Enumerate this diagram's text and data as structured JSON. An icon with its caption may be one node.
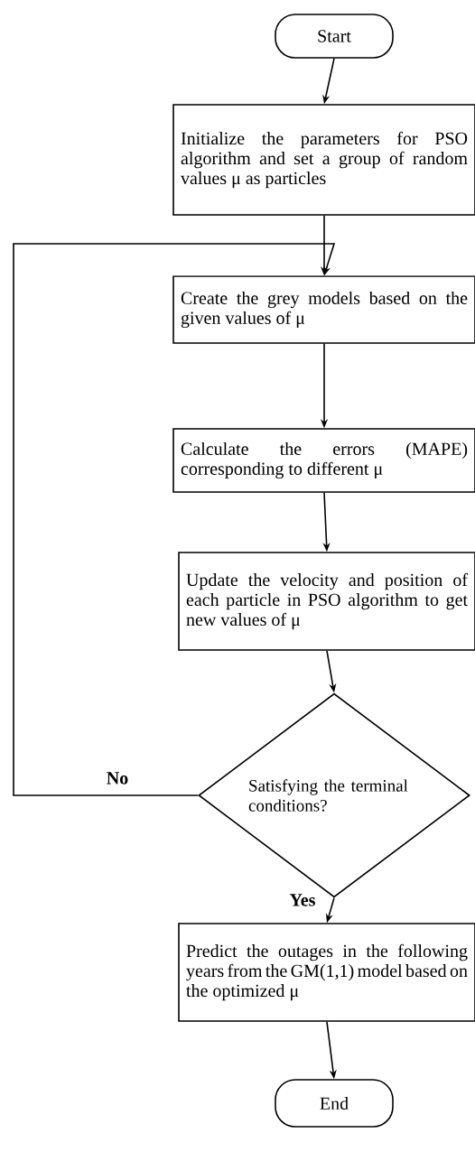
{
  "diagram": {
    "nodes": [
      {
        "text": [
          "Start"
        ]
      },
      {
        "text": [
          "Initialize the parameters for PSO algorithm and set a group of random values μ as particles"
        ]
      },
      {
        "text": [
          "Create the grey models based on the given values of μ"
        ]
      },
      {
        "text": [
          "Calculate the errors (MAPE) corresponding to different μ"
        ]
      },
      {
        "text": [
          "Update the velocity and position of each particle in PSO algorithm to get new values of μ"
        ]
      },
      {
        "text": [
          "Satisfying the terminal conditions?"
        ]
      },
      {
        "text": [
          "Predict the outages in the following years from the GM(1,1) model based on the optimized μ"
        ]
      },
      {
        "text": [
          "End"
        ]
      }
    ],
    "edges": [
      {
        "from": 0,
        "to": 1,
        "arrow": "to"
      },
      {
        "from": 1,
        "to": 2,
        "arrow": "to"
      },
      {
        "from": 2,
        "to": 3,
        "arrow": "to"
      },
      {
        "from": 3,
        "to": 4,
        "arrow": "to"
      },
      {
        "from": 4,
        "to": 5,
        "arrow": "to"
      },
      {
        "from": 5,
        "to": 2,
        "arrow": "to",
        "label": "No"
      },
      {
        "from": 5,
        "to": 6,
        "arrow": "to",
        "label": "Yes"
      },
      {
        "from": 6,
        "to": 7,
        "arrow": "to"
      }
    ]
  }
}
